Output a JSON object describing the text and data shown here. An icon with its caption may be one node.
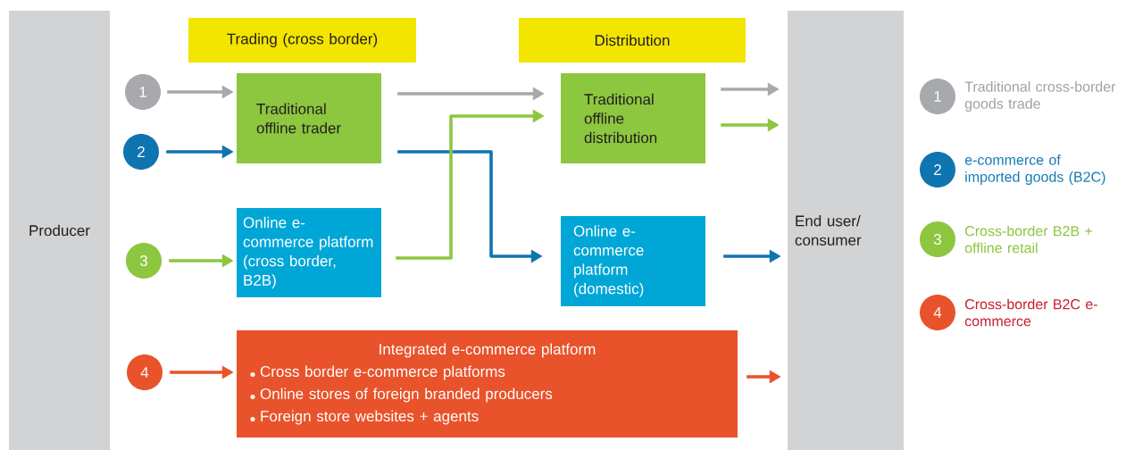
{
  "diagram": {
    "nodes": [
      {
        "text": [
          "Producer"
        ]
      },
      {
        "text": [
          "End user/ consumer"
        ]
      },
      {
        "text": [
          "Trading (cross border)"
        ]
      },
      {
        "text": [
          "Distribution"
        ]
      },
      {
        "text": [
          "1"
        ]
      },
      {
        "text": [
          "2"
        ]
      },
      {
        "text": [
          "3"
        ]
      },
      {
        "text": [
          "4"
        ]
      },
      {
        "text": [
          "Traditional offline trader"
        ]
      },
      {
        "text": [
          "Traditional offline distribution"
        ]
      },
      {
        "text": [
          "Online e-commerce platform (cross border, B2B)"
        ]
      },
      {
        "text": [
          "Online e-commerce platform (domestic)"
        ]
      },
      {
        "text": [
          "Integrated e-commerce platform",
          "Cross border e-commerce platforms",
          "Online stores of foreign branded producers",
          "Foreign store websites + agents"
        ]
      },
      {
        "text": [
          "1"
        ],
        "beside": [
          "Traditional cross-border goods trade"
        ]
      },
      {
        "text": [
          "2"
        ],
        "beside": [
          "e-commerce of imported goods (B2C)"
        ]
      },
      {
        "text": [
          "3"
        ],
        "beside": [
          "Cross-border B2B + offline retail"
        ]
      },
      {
        "text": [
          "4"
        ],
        "beside": [
          "Cross-border B2C e-commerce"
        ]
      }
    ],
    "edges": [
      {
        "from": 4,
        "to": 8,
        "arrow": "to",
        "color": "#a7a9ac"
      },
      {
        "from": 8,
        "to": 9,
        "arrow": "to",
        "color": "#a7a9ac"
      },
      {
        "from": 9,
        "to": 1,
        "arrow": "to",
        "color": "#a7a9ac"
      },
      {
        "from": 5,
        "to": 8,
        "arrow": "to",
        "color": "#0f75b0"
      },
      {
        "from": 8,
        "to": 11,
        "arrow": "to",
        "color": "#0f75b0"
      },
      {
        "from": 6,
        "to": 10,
        "arrow": "to",
        "color": "#8dc63f"
      },
      {
        "from": 10,
        "to": 9,
        "arrow": "to",
        "color": "#8dc63f"
      },
      {
        "from": 9,
        "to": 1,
        "arrow": "to",
        "color": "#8dc63f"
      },
      {
        "from": 11,
        "to": 1,
        "arrow": "to",
        "color": "#0f75b0"
      },
      {
        "from": 7,
        "to": 12,
        "arrow": "to",
        "color": "#e8532b"
      },
      {
        "from": 12,
        "to": 1,
        "arrow": "to",
        "color": "#e8532b"
      }
    ]
  }
}
